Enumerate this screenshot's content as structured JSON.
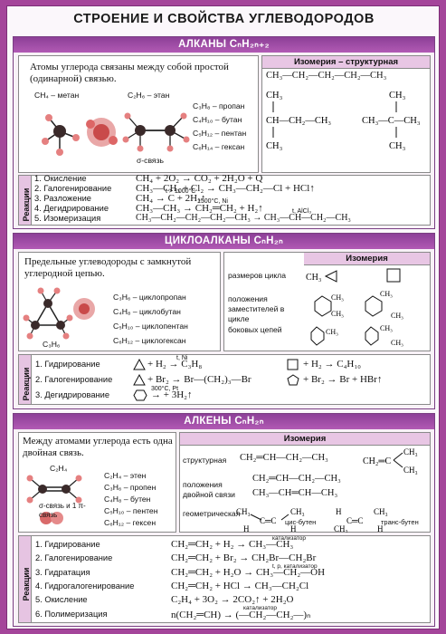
{
  "title": "СТРОЕНИЕ И СВОЙСТВА УГЛЕВОДОРОДОВ",
  "alkanes": {
    "title": "АЛКАНЫ CₙH₂ₙ₊₂",
    "description": "Атомы углерода связаны между собой простой (одинарной) связью.",
    "ch4": "CH₄ – метан",
    "c2h6": "C₂H₆ – этан",
    "list": [
      "C₃H₈ – пропан",
      "C₄H₁₀ – бутан",
      "C₅H₁₂ – пентан",
      "C₆H₁₄ – гексан"
    ],
    "sigma": "σ-связь",
    "isomer_header": "Изомерия – структурная",
    "isomer_chain": "CH₃—CH₂—CH₂—CH₂—CH₃",
    "reactions_label": "Реакции",
    "reactions": [
      {
        "name": "1. Окисление",
        "eq": "CH₄ + 2O₂ → CO₂ + 2H₂O + Q"
      },
      {
        "name": "2. Галогенирование",
        "eq": "CH₃—CH₃ + Cl₂ → CH₃—CH₂—Cl + HCl↑"
      },
      {
        "name": "3. Разложение",
        "eq": "CH₄ → C + 2H₂↑",
        "cond": "t > 1000°C"
      },
      {
        "name": "4. Дегидрирование",
        "eq": "CH₃—CH₃ → CH₂═CH₂ + H₂↑",
        "cond": "1500°C, Ni"
      },
      {
        "name": "5. Изомеризация",
        "eq": "CH₃—CH₂—CH₂—CH₂—CH₃ → CH₃—CH—CH₂—CH₃",
        "cond": "t, AlCl₃"
      }
    ]
  },
  "cycloalkanes": {
    "title": "ЦИКЛОАЛКАНЫ CₙH₂ₙ",
    "description": "Предельные углеводороды с замкнутой углеродной цепью.",
    "list": [
      "C₃H₆ – циклопропан",
      "C₄H₈ – циклобутан",
      "C₅H₁₀ – циклопентан",
      "C₆H₁₂ – циклогексан"
    ],
    "c3h6": "C₃H₆",
    "isomer_header": "Изомерия",
    "isomer_rows": [
      "размеров цикла",
      "положения заместителей в цикле",
      "боковых цепей"
    ],
    "reactions_label": "Реакции",
    "reactions": [
      {
        "name": "1. Гидрирование",
        "eq1": "+ H₂ → C₃H₈",
        "eq2": "+ H₂ → C₄H₁₀",
        "cond": "t, Ni"
      },
      {
        "name": "2. Галогенирование",
        "eq1": "+ Br₂ → Br—(CH₂)₃—Br",
        "eq2": "+ Br₂ → Br + HBr↑"
      },
      {
        "name": "3. Дегидрирование",
        "eq1": "→ + 3H₂↑",
        "cond": "300°C, Pt"
      }
    ]
  },
  "alkenes": {
    "title": "АЛКЕНЫ CₙH₂ₙ",
    "description": "Между атомами углерода есть одна двойная связь.",
    "c2h4": "C₂H₄",
    "bonds": "σ-связь и 1 π-связь",
    "list": [
      "C₂H₄ – этен",
      "C₃H₆ – пропен",
      "C₄H₈ – бутен",
      "C₅H₁₀ – пентен",
      "C₆H₁₂ – гексен"
    ],
    "isomer_header": "Изомерия",
    "isomer_rows": [
      "структурная",
      "положения двойной связи",
      "геометрическая"
    ],
    "struct1": "CH₂═CH—CH₂—CH₃",
    "pos1": "CH₂═CH—CH₂—CH₃",
    "pos2": "CH₃—CH═CH—CH₃",
    "cis": "цис-бутен",
    "trans": "транс-бутен",
    "reactions_label": "Реакции",
    "reactions": [
      {
        "name": "1. Гидрирование",
        "eq": "CH₂═CH₂ + H₂ → CH₃—CH₃",
        "cond": "катализатор"
      },
      {
        "name": "2. Галогенирование",
        "eq": "CH₂═CH₂ + Br₂ → CH₂Br—CH₂Br"
      },
      {
        "name": "3. Гидратация",
        "eq": "CH₂═CH₂ + H₂O → CH₃—CH₂—OH",
        "cond": "t, p, катализатор"
      },
      {
        "name": "4. Гидрогалогенирование",
        "eq": "CH₂═CH₂ + HCl → CH₃—CH₂Cl"
      },
      {
        "name": "5. Окисление",
        "eq": "C₂H₄ + 3O₂ → 2CO₂↑ + 2H₂O"
      },
      {
        "name": "6. Полимеризация",
        "eq": "n(CH₂═CH) → (—CH₂—CH₂—)ₙ",
        "cond": "катализатор"
      }
    ]
  }
}
